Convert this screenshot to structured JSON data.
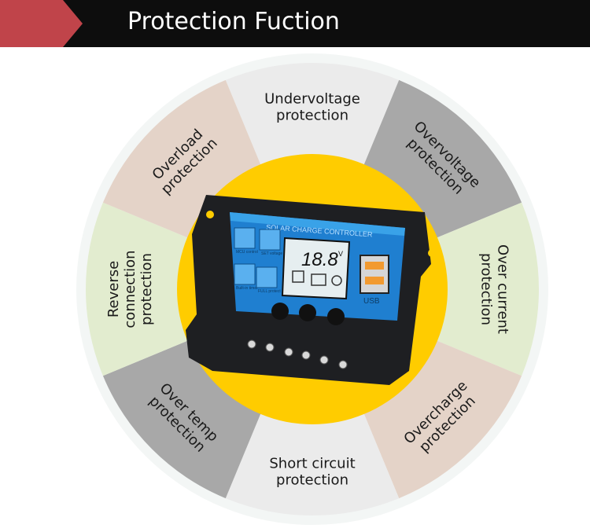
{
  "header": {
    "title": "Protection Fuction",
    "accent_color": "#c0444a",
    "bar_color": "#0d0d0d"
  },
  "wheel": {
    "outer_ring_color": "#f3f6f5",
    "center_color": "#ffcc00",
    "segments": [
      {
        "id": "undervoltage",
        "line1": "Undervoltage",
        "line2": "protection",
        "color": "#ebebeb"
      },
      {
        "id": "overvoltage",
        "line1": "Overvoltage",
        "line2": "protection",
        "color": "#a8a8a8"
      },
      {
        "id": "over-current",
        "line1": "Over current",
        "line2": "protection",
        "color": "#e2eccf"
      },
      {
        "id": "overcharge",
        "line1": "Overcharge",
        "line2": "protection",
        "color": "#e4d3c8"
      },
      {
        "id": "short-circuit",
        "line1": "Short circuit",
        "line2": "protection",
        "color": "#ebebeb"
      },
      {
        "id": "over-temp",
        "line1": "Over temp",
        "line2": "protection",
        "color": "#a8a8a8"
      },
      {
        "id": "reverse-connection",
        "line1": "Reverse",
        "line2": "connection",
        "line3": "protection",
        "color": "#e2eccf"
      },
      {
        "id": "overload",
        "line1": "Overload",
        "line2": "protection",
        "color": "#e4d3c8"
      }
    ]
  },
  "device": {
    "panel_title": "SOLAR CHARGE CONTROLLER",
    "lcd_value": "18.8",
    "lcd_unit": "V",
    "usb_label": "USB",
    "icon_labels": {
      "mcu": "MCU control",
      "set": "SET voltage",
      "timer": "Built-in timer",
      "full": "FULL protect"
    }
  }
}
